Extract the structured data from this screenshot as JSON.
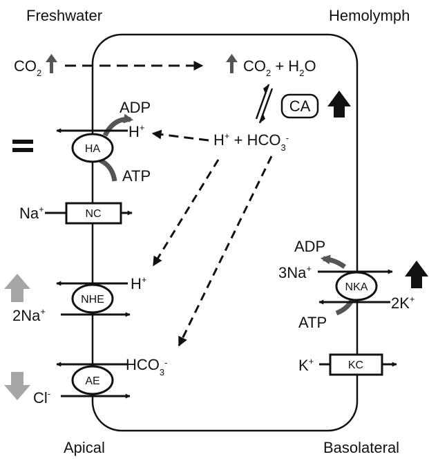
{
  "corners": {
    "top_left": "Freshwater",
    "top_right": "Hemolymph",
    "bottom_left": "Apical",
    "bottom_right": "Basolateral"
  },
  "reaction": {
    "co2_outside": "CO",
    "co2_outside_sub": "2",
    "co2_inside": "CO",
    "co2_inside_sub": "2",
    "plus_h2o": " + H",
    "h2o_sub": "2",
    "h2o_o": "O",
    "carbonic_anhydrase": "CA",
    "h_ion": "H",
    "h_sup": "+",
    "plus_hco3": " + HCO",
    "hco3_sub": "3",
    "hco3_sup": "-"
  },
  "transporters": {
    "ha": {
      "name": "HA",
      "adp": "ADP",
      "atp": "ATP",
      "ion": "H",
      "ion_sup": "+"
    },
    "nc": {
      "name": "NC",
      "ion": "Na",
      "ion_sup": "+"
    },
    "nhe": {
      "name": "NHE",
      "ion_out": "H",
      "ion_out_sup": "+",
      "ion_in": "2Na",
      "ion_in_sup": "+"
    },
    "ae": {
      "name": "AE",
      "ion_out": "HCO",
      "ion_out_sub": "3",
      "ion_out_sup": "-",
      "ion_in": "Cl",
      "ion_in_sup": "-"
    },
    "nka": {
      "name": "NKA",
      "adp": "ADP",
      "atp": "ATP",
      "ion_out": "3Na",
      "ion_out_sup": "+",
      "ion_in": "2K",
      "ion_in_sup": "+"
    },
    "kc": {
      "name": "KC",
      "ion": "K",
      "ion_sup": "+"
    }
  },
  "regulation": {
    "co2_outside": "up",
    "co2_inside": "up",
    "ca": "up",
    "ha": "equal",
    "nhe": "up",
    "ae": "down",
    "nka": "up"
  },
  "colors": {
    "line": "#111111",
    "dark_gray": "#555555",
    "light_gray": "#a6a6a6",
    "black": "#111111"
  }
}
